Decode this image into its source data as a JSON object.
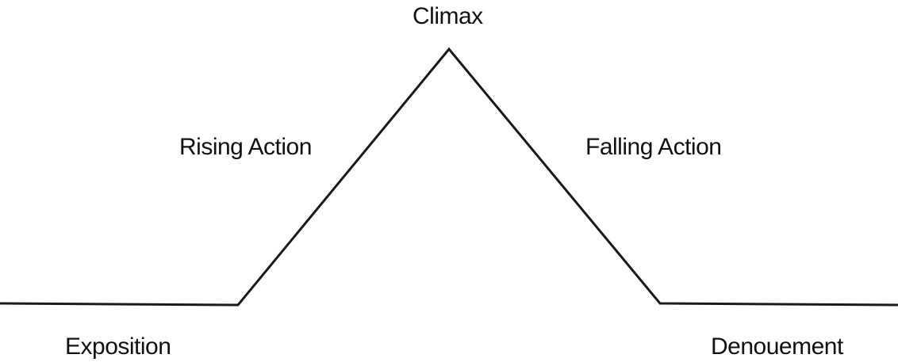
{
  "diagram": {
    "stages": {
      "climax": "Climax",
      "rising_action": "Rising Action",
      "falling_action": "Falling Action",
      "exposition": "Exposition",
      "denouement": "Denouement"
    },
    "line_color": "#1a1a1a",
    "background": "#ffffff"
  }
}
